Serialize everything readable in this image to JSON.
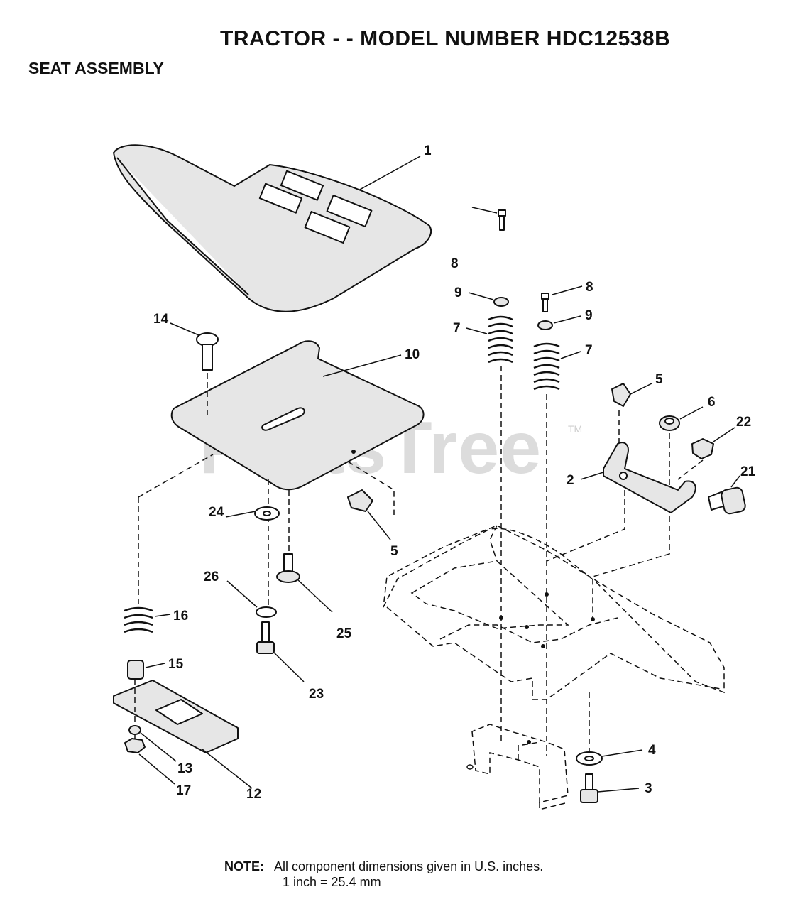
{
  "header": {
    "title": "TRACTOR - - MODEL NUMBER HDC12538B",
    "subtitle": "SEAT ASSEMBLY"
  },
  "watermark": {
    "text": "PartsTree",
    "tm": "TM"
  },
  "callouts": {
    "c1": "1",
    "c2": "2",
    "c3": "3",
    "c4": "4",
    "c5a": "5",
    "c5b": "5",
    "c6": "6",
    "c7a": "7",
    "c7b": "7",
    "c8a": "8",
    "c8b": "8",
    "c9a": "9",
    "c9b": "9",
    "c10": "10",
    "c12": "12",
    "c13": "13",
    "c14": "14",
    "c15": "15",
    "c16": "16",
    "c17": "17",
    "c21": "21",
    "c22": "22",
    "c23": "23",
    "c24": "24",
    "c25": "25",
    "c26": "26"
  },
  "note": {
    "label": "NOTE:",
    "line1": "All component dimensions given in U.S. inches.",
    "line2": "1 inch = 25.4 mm"
  }
}
